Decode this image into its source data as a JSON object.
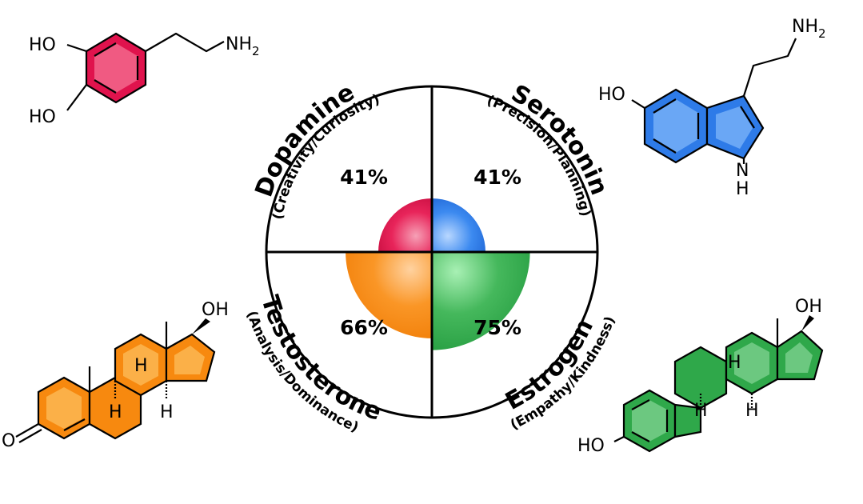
{
  "chart_data": {
    "type": "pie",
    "quadrants": [
      {
        "name": "Dopamine",
        "trait": "(Creativity/Curiosity)",
        "value": 41,
        "label": "41%",
        "color": "#e0134d",
        "position": "top-left"
      },
      {
        "name": "Serotonin",
        "trait": "(Precision/Planning)",
        "value": 41,
        "label": "41%",
        "color": "#2e7be8",
        "position": "top-right"
      },
      {
        "name": "Testosterone",
        "trait": "(Analysis/Dominance)",
        "value": 66,
        "label": "66%",
        "color": "#f7890f",
        "position": "bottom-left"
      },
      {
        "name": "Estrogen",
        "trait": "(Empathy/Kindness)",
        "value": 75,
        "label": "75%",
        "color": "#2fa84a",
        "position": "bottom-right"
      }
    ],
    "max": 100
  },
  "molecules": {
    "dopamine": {
      "ho_top": "HO",
      "ho_bottom": "HO",
      "nh": "NH",
      "nh_sub": "2"
    },
    "serotonin": {
      "nh": "NH",
      "nh_sub": "2",
      "ho": "HO",
      "n": "N",
      "h": "H"
    },
    "testosterone": {
      "oh": "OH",
      "o": "O",
      "h1": "H",
      "h2": "H",
      "h3": "H"
    },
    "estrogen": {
      "oh": "OH",
      "ho": "HO",
      "h1": "H",
      "h2": "H",
      "h3": "H"
    }
  }
}
